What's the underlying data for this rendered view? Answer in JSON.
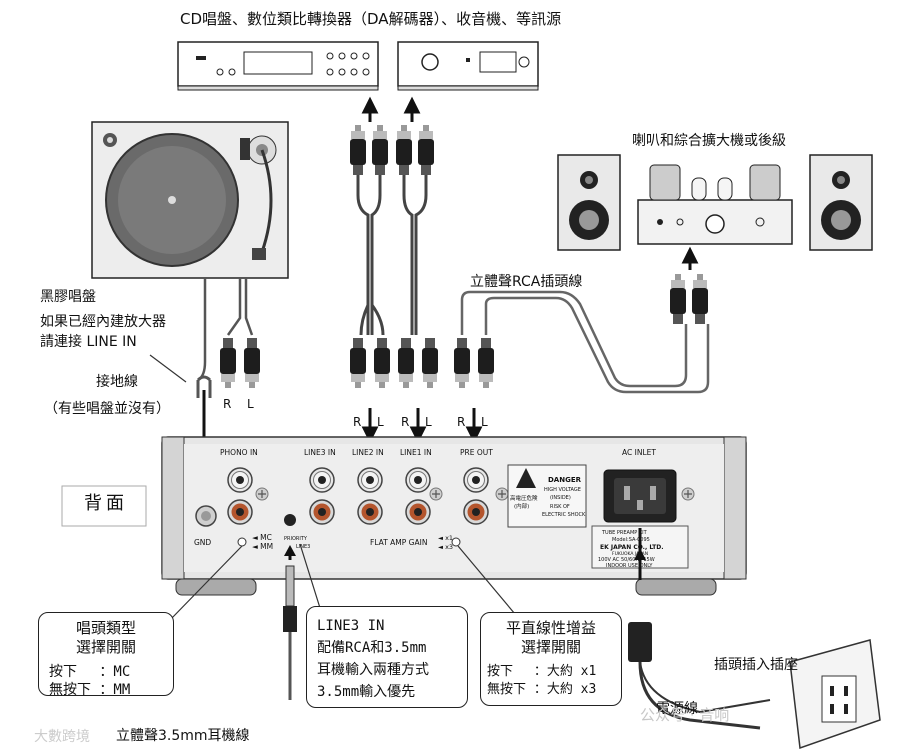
{
  "top_sources": {
    "title": "CD唱盤、數位類比轉換器（DA解碼器）、收音機、等訊源"
  },
  "speakers": {
    "title": "喇叭和綜合擴大機或後級"
  },
  "rca_cable": {
    "label": "立體聲RCA插頭線"
  },
  "turntable": {
    "title": "黑膠唱盤",
    "note_line1": "如果已經內建放大器",
    "note_line2": "請連接 LINE IN"
  },
  "ground_wire": {
    "label": "接地線",
    "note": "（有些唱盤並沒有）"
  },
  "back_panel": {
    "tag": "背面",
    "labels": {
      "phono_in": "PHONO IN",
      "line3_in": "LINE3 IN",
      "line2_in": "LINE2 IN",
      "line1_in": "LINE1 IN",
      "pre_out": "PRE OUT",
      "ac_inlet": "AC INLET",
      "gnd": "GND",
      "mc": "◄ MC",
      "mm": "◄ MM",
      "priority": "PRIORITY",
      "line3_small": "LINE3",
      "flat_amp_gain": "FLAT AMP GAIN",
      "x1": "◄ x1",
      "x3": "◄ x3",
      "warn_cn": "高電圧危険",
      "warn_cn2": "(内部)",
      "danger": "DANGER",
      "high_voltage": "HIGH VOLTAGE",
      "inside": "(INSIDE)",
      "risk": "RISK OF",
      "shock": "ELECTRIC SHOCK",
      "model": "TUBE PREAMP KIT",
      "model2": "Model:SA-0095",
      "maker": "EK JAPAN CO., LTD.",
      "maker2": "FUKUOKA JAPAN",
      "spec": "100V AC  50/60Hz  15W",
      "indoor": "INDOOR USE ONLY"
    }
  },
  "channel_labels": {
    "r": "R",
    "l": "L"
  },
  "cartridge_switch": {
    "title1": "唱頭類型",
    "title2": "選擇開關",
    "row1": "按下　 ：MC",
    "row2": "無按下 ：MM"
  },
  "line3_box": {
    "line1": "LINE3 IN",
    "line2": "配備RCA和3.5mm",
    "line3": "耳機輸入兩種方式",
    "line4": "3.5mm輸入優先"
  },
  "gain_switch": {
    "title1": "平直線性增益",
    "title2": "選擇開關",
    "row1": "按下　 ：大約 x1",
    "row2": "無按下 ：大約 x3"
  },
  "plug": {
    "label": "插頭插入插座"
  },
  "power_cord": {
    "label": "電源線"
  },
  "mini_jack": {
    "label": "立體聲3.5mm耳機線"
  },
  "watermarks": {
    "left": "大數跨境",
    "right": "公众号 · 音响"
  }
}
